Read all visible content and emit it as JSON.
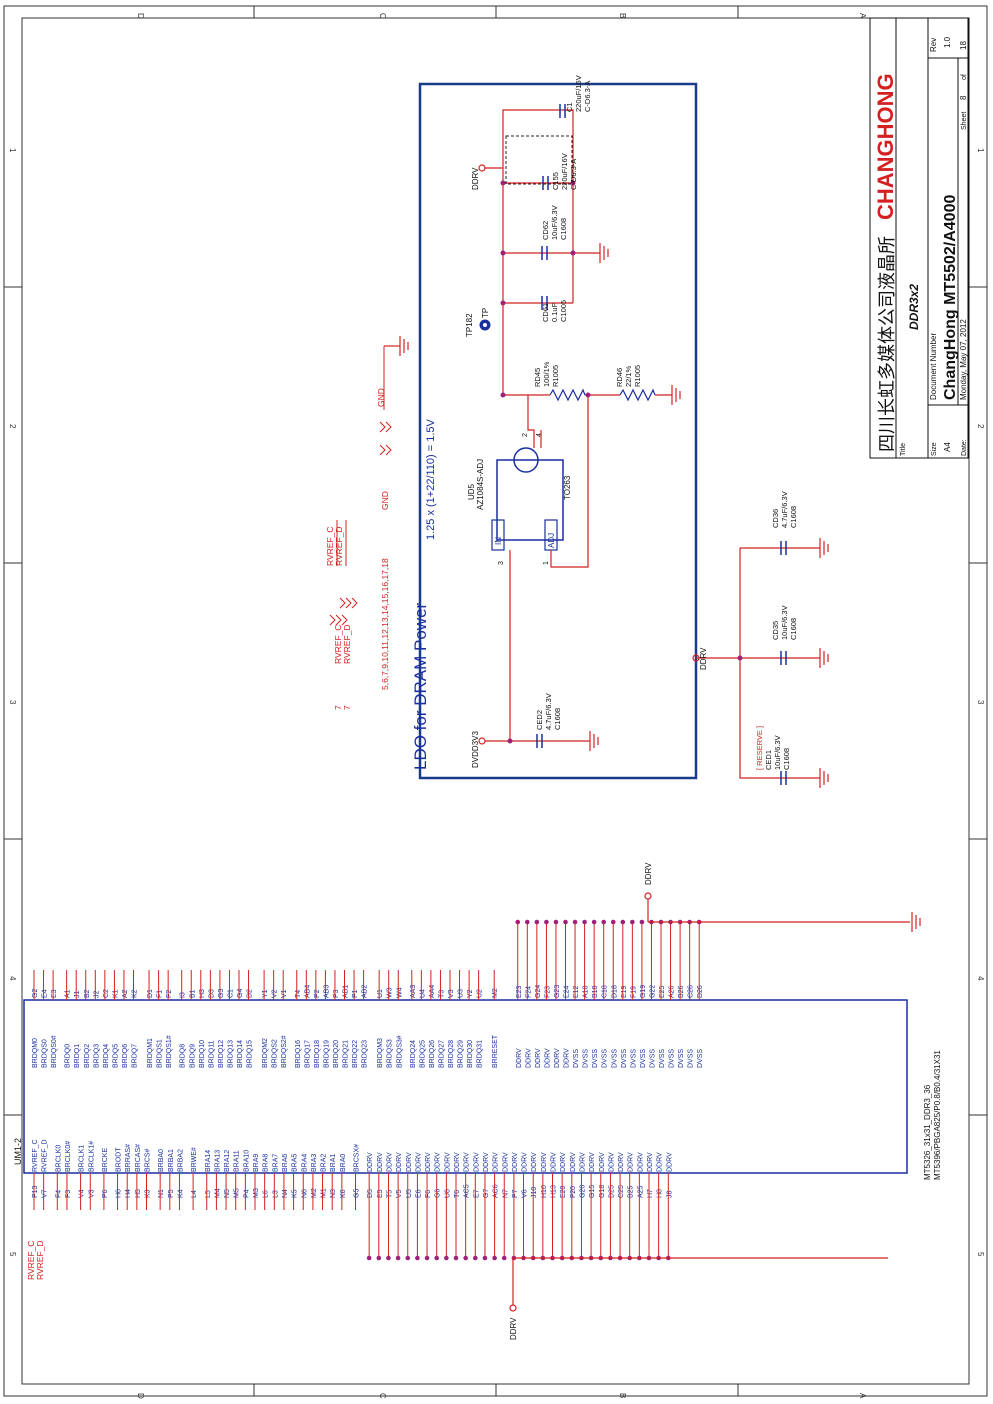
{
  "zones": {
    "top": [
      "D",
      "C",
      "B",
      "A"
    ],
    "bottom": [
      "D",
      "C",
      "B",
      "A"
    ],
    "left": [
      "1",
      "2",
      "3",
      "4",
      "5"
    ],
    "right": [
      "1",
      "2",
      "3",
      "4",
      "5"
    ]
  },
  "ldo": {
    "title": "LDO for DRAM Power",
    "formula": "1.25 x (1+22/110) = 1.5V",
    "ud5": "UD5",
    "ud5_part": "AZ1084S-ADJ",
    "pkg": "TO263",
    "pin_in": "IN",
    "pin_adj": "ADJ",
    "pin3": "3",
    "pin1": "1",
    "pin2": "2",
    "pin4": "4",
    "dvdd": "DVDD3V3",
    "ddrv_top": "DDRV",
    "ddrv_mid": "DDRV",
    "tp182": "TP182",
    "tp": "TP",
    "c1": [
      "C1",
      "220uF/16V",
      "C-D6.3-A"
    ],
    "c155": [
      "C155",
      "220uF/16V",
      "C-D6.3-A"
    ],
    "cd62": [
      "CD62",
      "10uF/6.3V",
      "C1608"
    ],
    "cd61": [
      "CD61",
      "0.1uF",
      "C1005"
    ],
    "rd45": [
      "RD45",
      "100/1%",
      "R1005"
    ],
    "rd46": [
      "RD46",
      "22/1%",
      "R1005"
    ],
    "ced2": [
      "CED2",
      "4.7uF/6.3V",
      "C1608"
    ],
    "cd35": [
      "CD35",
      "10uF/6.3V",
      "C1608"
    ],
    "cd36": [
      "CD36",
      "4.7uF/6.3V",
      "C1608"
    ],
    "ced1": [
      "[ RESERVE ]",
      "CED1",
      "10uF/6.3V",
      "C1608"
    ]
  },
  "refs": {
    "rvref_c": "RVREF_C",
    "rvref_d": "RVREF_D",
    "num1": "7",
    "num2": "7",
    "pins": "5,6,7,9,10,11,12,13,14,15,16,17,18",
    "gnd": "GND",
    "gnd2": "GND"
  },
  "ic": {
    "ref": "UM1-2",
    "part1": "MT5326_31x31_DDR3_36",
    "part2": "MT5396/PBGA825/P0.8/B0.4/31X31",
    "left_rvref": [
      "RVREF_C",
      "RVREF_D"
    ],
    "ddrv_left": "DDRV",
    "ddrv_right": "DDRV",
    "left_pins": [
      {
        "s": "RVREF_C",
        "b": "P13"
      },
      {
        "s": "RVREF_D",
        "b": "V7"
      },
      {
        "s": "BRCLK0",
        "b": "F4"
      },
      {
        "s": "BRCLK0#",
        "b": "F3"
      },
      {
        "s": "BRCLK1",
        "b": "V4"
      },
      {
        "s": "BRCLK1#",
        "b": "V3"
      },
      {
        "s": "BRCKE",
        "b": "P6"
      },
      {
        "s": "BRODT",
        "b": "H6"
      },
      {
        "s": "BRRAS#",
        "b": "H4"
      },
      {
        "s": "BRCAS#",
        "b": "H5"
      },
      {
        "s": "BRCS#",
        "b": "K3"
      },
      {
        "s": "BRBA0",
        "b": "N1"
      },
      {
        "s": "BRBA1",
        "b": "P5"
      },
      {
        "s": "BRBA2",
        "b": "K4"
      },
      {
        "s": "BRWE#",
        "b": "L4"
      },
      {
        "s": "BRA14",
        "b": "L5"
      },
      {
        "s": "BRA13",
        "b": "M4"
      },
      {
        "s": "BRA12",
        "b": "N5"
      },
      {
        "s": "BRA11",
        "b": "M5"
      },
      {
        "s": "BRA10",
        "b": "P4"
      },
      {
        "s": "BRA9",
        "b": "M3"
      },
      {
        "s": "BRA8",
        "b": "L6"
      },
      {
        "s": "BRA7",
        "b": "L3"
      },
      {
        "s": "BRA6",
        "b": "N4"
      },
      {
        "s": "BRA5",
        "b": "K5"
      },
      {
        "s": "BRA4",
        "b": "N6"
      },
      {
        "s": "BRA3",
        "b": "M2"
      },
      {
        "s": "BRA2",
        "b": "M1"
      },
      {
        "s": "BRA1",
        "b": "N3"
      },
      {
        "s": "BRA0",
        "b": "K6"
      },
      {
        "s": "BRCSX#",
        "b": "G5"
      },
      {
        "s": "DDRV",
        "b": "D5"
      },
      {
        "s": "DDRV",
        "b": "E5"
      },
      {
        "s": "DDRV",
        "b": "T5"
      },
      {
        "s": "DDRV",
        "b": "V5"
      },
      {
        "s": "DDRV",
        "b": "U5"
      },
      {
        "s": "DDRV",
        "b": "E6"
      },
      {
        "s": "DDRV",
        "b": "F6"
      },
      {
        "s": "DDRV",
        "b": "G6"
      },
      {
        "s": "DDRV",
        "b": "U6"
      },
      {
        "s": "DDRV",
        "b": "T6"
      },
      {
        "s": "DDRV",
        "b": "AC5"
      },
      {
        "s": "DDRV",
        "b": "E7"
      },
      {
        "s": "DDRV",
        "b": "G7"
      },
      {
        "s": "DDRV",
        "b": "AC6"
      },
      {
        "s": "DDRV",
        "b": "N7"
      },
      {
        "s": "DDRV",
        "b": "P7"
      },
      {
        "s": "DDRV",
        "b": "V6"
      },
      {
        "s": "DDRV",
        "b": "J10"
      },
      {
        "s": "DDRV",
        "b": "H10"
      },
      {
        "s": "DDRV",
        "b": "H13"
      },
      {
        "s": "DDRV",
        "b": "E20"
      },
      {
        "s": "DDRV",
        "b": "F20"
      },
      {
        "s": "DDRV",
        "b": "G20"
      },
      {
        "s": "DDRV",
        "b": "G15"
      },
      {
        "s": "DDRV",
        "b": "G18"
      },
      {
        "s": "DDRV",
        "b": "D25"
      },
      {
        "s": "DDRV",
        "b": "C25"
      },
      {
        "s": "DDRV",
        "b": "B25"
      },
      {
        "s": "DDRV",
        "b": "A25"
      },
      {
        "s": "DDRV",
        "b": "H7"
      },
      {
        "s": "DDRV",
        "b": "H8"
      },
      {
        "s": "DDRV",
        "b": "J8"
      }
    ],
    "right_pins": [
      {
        "s": "BRDQM0",
        "b": "G2"
      },
      {
        "s": "BRDQS0",
        "b": "E4"
      },
      {
        "s": "BRDQS0#",
        "b": "E3"
      },
      {
        "s": "BRDQ0",
        "b": "A1"
      },
      {
        "s": "BRDQ1",
        "b": "J1"
      },
      {
        "s": "BRDQ2",
        "b": "B2"
      },
      {
        "s": "BRDQ3",
        "b": "J2"
      },
      {
        "s": "BRDQ4",
        "b": "C2"
      },
      {
        "s": "BRDQ5",
        "b": "K1"
      },
      {
        "s": "BRDQ6",
        "b": "A2"
      },
      {
        "s": "BRDQ7",
        "b": "K2"
      },
      {
        "s": "BRDQM1",
        "b": "D1"
      },
      {
        "s": "BRDQS1",
        "b": "F1"
      },
      {
        "s": "BRDQS1#",
        "b": "F2"
      },
      {
        "s": "BRDQ8",
        "b": "I3"
      },
      {
        "s": "BRDQ9",
        "b": "B1"
      },
      {
        "s": "BRDQ10",
        "b": "H3"
      },
      {
        "s": "BRDQ11",
        "b": "D3"
      },
      {
        "s": "BRDQ12",
        "b": "G3"
      },
      {
        "s": "BRDQ13",
        "b": "C1"
      },
      {
        "s": "BRDQ14",
        "b": "G4"
      },
      {
        "s": "BRDQ15",
        "b": "D2"
      },
      {
        "s": "BRDQM2",
        "b": "Y1"
      },
      {
        "s": "BRDQS2",
        "b": "V2"
      },
      {
        "s": "BRDQS2#",
        "b": "V1"
      },
      {
        "s": "BRDQ16",
        "b": "T4"
      },
      {
        "s": "BRDQ17",
        "b": "AB4"
      },
      {
        "s": "BRDQ18",
        "b": "P2"
      },
      {
        "s": "BRDQ19",
        "b": "AB3"
      },
      {
        "s": "BRDQ20",
        "b": "P3"
      },
      {
        "s": "BRDQ21",
        "b": "AB1"
      },
      {
        "s": "BRDQ22",
        "b": "P1"
      },
      {
        "s": "BRDQ23",
        "b": "AB2"
      },
      {
        "s": "BRDQM3",
        "b": "U1"
      },
      {
        "s": "BRDQS3",
        "b": "W3"
      },
      {
        "s": "BRDQS3#",
        "b": "W4"
      },
      {
        "s": "BRDQ24",
        "b": "AA3"
      },
      {
        "s": "BRDQ25",
        "b": "U4"
      },
      {
        "s": "BRDQ26",
        "b": "AA4"
      },
      {
        "s": "BRDQ27",
        "b": "T3"
      },
      {
        "s": "BRDQ28",
        "b": "V3"
      },
      {
        "s": "BRDQ29",
        "b": "U3"
      },
      {
        "s": "BRDQ30",
        "b": "Y2"
      },
      {
        "s": "BRDQ31",
        "b": "U2"
      },
      {
        "s": "BRRESET",
        "b": "M2"
      },
      {
        "s": "DDRV",
        "b": "E23"
      },
      {
        "s": "DDRV",
        "b": "F24"
      },
      {
        "s": "DDRV",
        "b": "G24"
      },
      {
        "s": "DDRV",
        "b": "F23"
      },
      {
        "s": "DDRV",
        "b": "G23"
      },
      {
        "s": "DDRV",
        "b": "E24"
      },
      {
        "s": "DVSS",
        "b": "E12"
      },
      {
        "s": "DVSS",
        "b": "A18"
      },
      {
        "s": "DVSS",
        "b": "B18"
      },
      {
        "s": "DVSS",
        "b": "C18"
      },
      {
        "s": "DVSS",
        "b": "D18"
      },
      {
        "s": "DVSS",
        "b": "E19"
      },
      {
        "s": "DVSS",
        "b": "F19"
      },
      {
        "s": "DVSS",
        "b": "G19"
      },
      {
        "s": "DVSS",
        "b": "G22"
      },
      {
        "s": "DVSS",
        "b": "E25"
      },
      {
        "s": "DVSS",
        "b": "A26"
      },
      {
        "s": "DVSS",
        "b": "B26"
      },
      {
        "s": "DVSS",
        "b": "C26"
      },
      {
        "s": "DVSS",
        "b": "D26"
      }
    ]
  },
  "title_block": {
    "company_cn": "四川长虹多媒体公司液晶所",
    "logo": "CHANGHONG",
    "title_label": "Title",
    "title": "DDR3x2",
    "size_label": "Size",
    "size": "A4",
    "docnum_label": "Document Number",
    "docnum": "ChangHong MT5502/A4000",
    "rev_label": "Rev",
    "rev": "1.0",
    "date_label": "Date:",
    "date": "Monday, May 07, 2012",
    "sheet_label": "Sheet",
    "sheet": "8",
    "of_label": "of",
    "of": "18"
  },
  "colors": {
    "wire": "#d42020",
    "text": "#1a2fa0",
    "net": "#d42020",
    "frame": "#1a2fa0",
    "dot": "#a0207a"
  }
}
